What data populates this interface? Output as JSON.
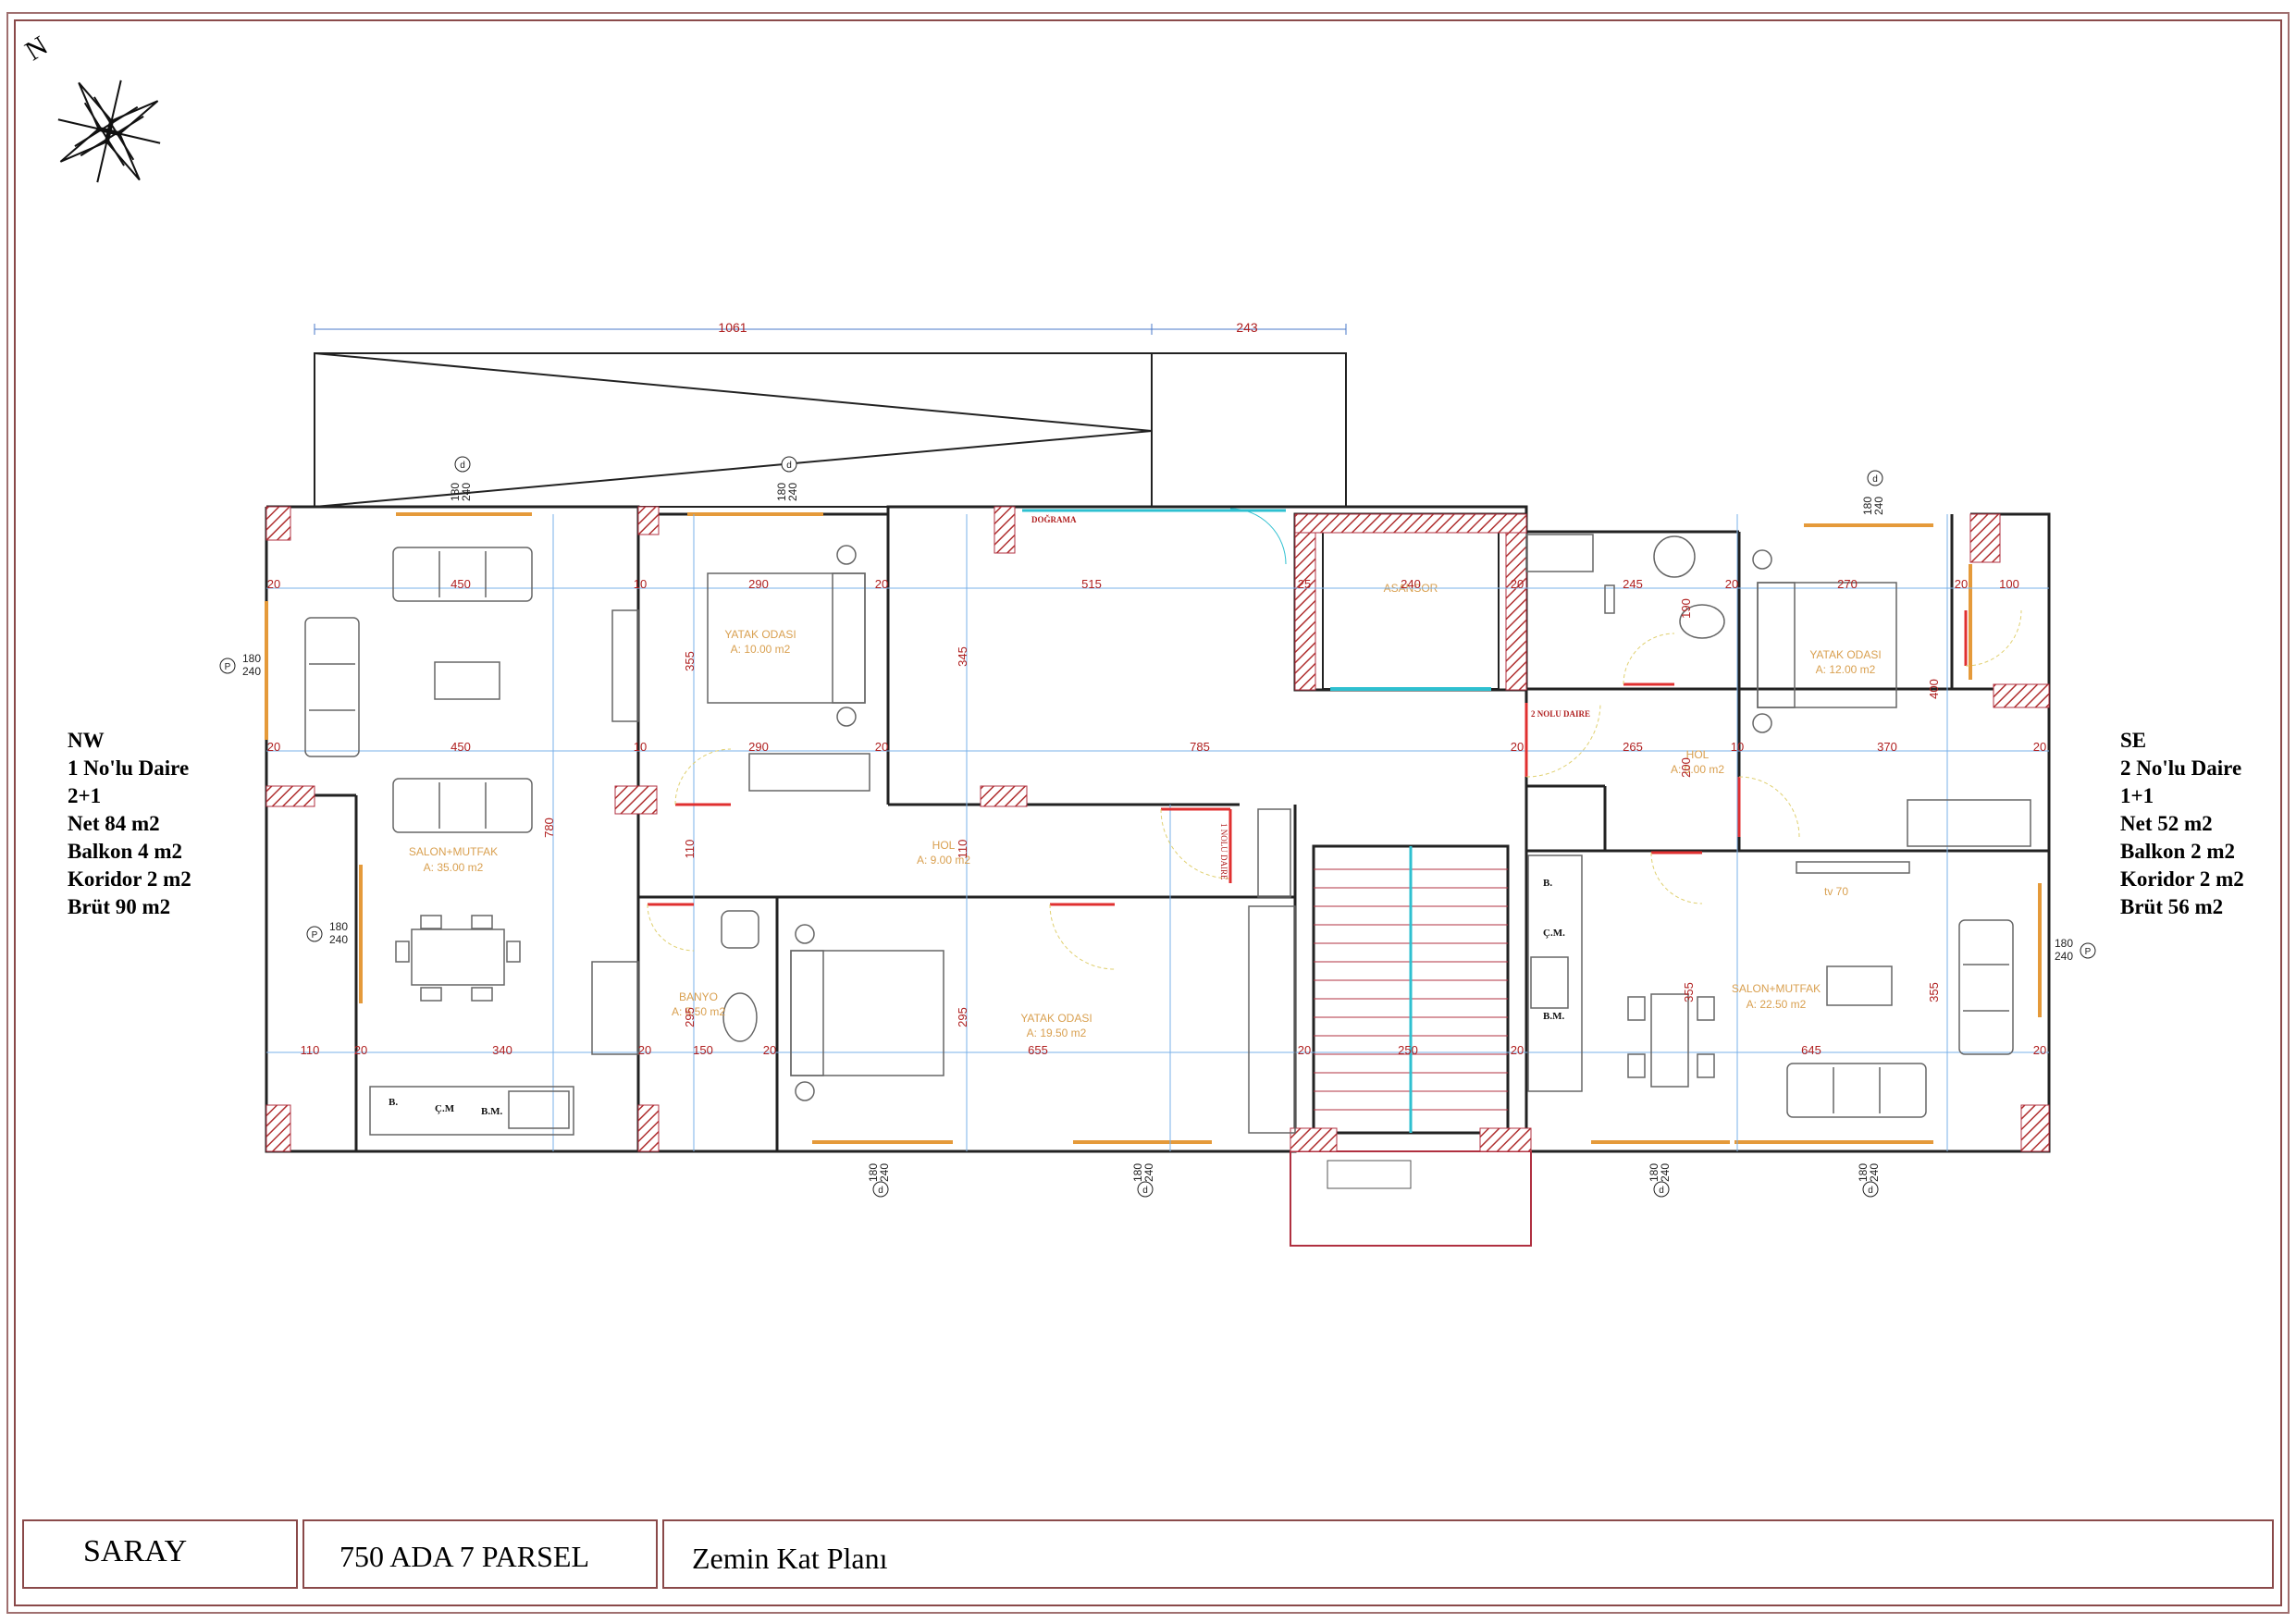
{
  "title_block": {
    "project": "SARAY",
    "parcel": "750 ADA 7 PARSEL",
    "sheet_title": "Zemin Kat Planı"
  },
  "units": {
    "nw": {
      "orientation": "NW",
      "name": "1 No'lu Daire",
      "layout": "2+1",
      "net": "Net 84 m2",
      "balcony": "Balkon 4 m2",
      "corridor": "Koridor 2 m2",
      "gross": "Brüt 90 m2"
    },
    "se": {
      "orientation": "SE",
      "name": "2 No'lu Daire",
      "layout": "1+1",
      "net": "Net 52 m2",
      "balcony": "Balkon 2 m2",
      "corridor": "Koridor 2 m2",
      "gross": "Brüt 56 m2"
    }
  },
  "north_label": "N",
  "rooms": {
    "salon1": "SALON+MUTFAK",
    "salon1_area": "A: 35.00 m2",
    "yatak1": "YATAK ODASI",
    "yatak1_area": "A: 10.00 m2",
    "hol1": "HOL",
    "hol1_area": "A: 9.00 m2",
    "banyo1": "BANYO",
    "banyo1_area": "A: 5.50 m2",
    "yatak2": "YATAK ODASI",
    "yatak2_area": "A: 19.50 m2",
    "asansor": "ASANSOR",
    "yatak3": "YATAK ODASI",
    "yatak3_area": "A: 12.00 m2",
    "hol2": "HOL",
    "hol2_area": "A: 9.00 m2",
    "salon2": "SALON+MUTFAK",
    "salon2_area": "A: 22.50 m2",
    "tv": "tv 70",
    "dograma": "DOĞRAMA",
    "daire1_door": "1 NOLU DAIRE",
    "daire2_door": "2 NOLU DAIRE",
    "b1": "B.",
    "cm1": "Ç.M",
    "bm1": "B.M.",
    "b2": "B.",
    "cm2": "Ç.M.",
    "bm2": "B.M."
  },
  "dimensions": {
    "top_a": "1061",
    "top_b": "243",
    "r1": [
      "20",
      "450",
      "10",
      "290",
      "20",
      "515",
      "25",
      "240",
      "20",
      "245",
      "20",
      "270",
      "20",
      "100"
    ],
    "r2": [
      "20",
      "450",
      "10",
      "290",
      "20",
      "785",
      "20",
      "265",
      "10",
      "370",
      "20"
    ],
    "r3": [
      "110",
      "20",
      "340",
      "20",
      "150",
      "20",
      "655",
      "20",
      "250",
      "20",
      "645",
      "20"
    ],
    "vert": [
      "355",
      "345",
      "780",
      "110",
      "110",
      "295",
      "295",
      "190",
      "200",
      "400",
      "355",
      "355"
    ],
    "window_w": "180",
    "window_h": "240",
    "window_tag": "d",
    "side_tag": "P"
  }
}
